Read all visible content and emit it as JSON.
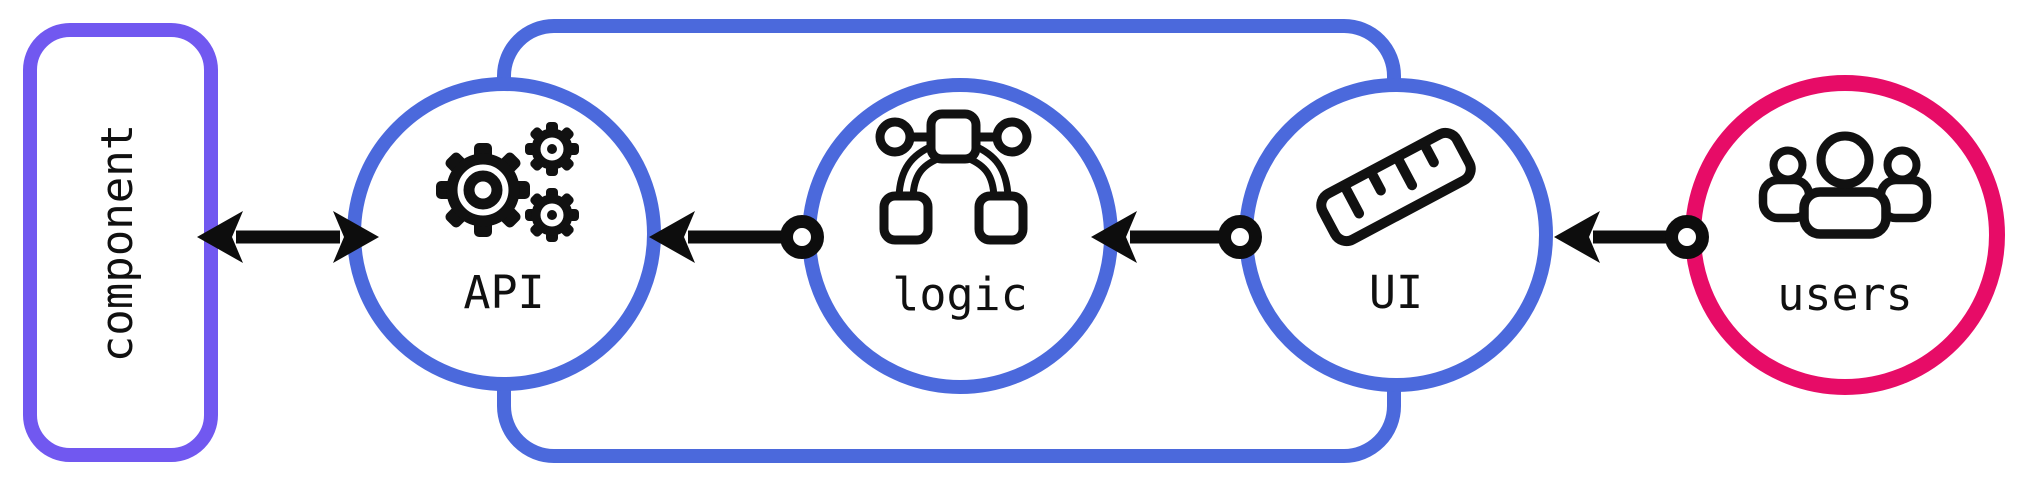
{
  "diagram": {
    "kind": "architecture-flow-diagram",
    "colors": {
      "background": "#ffffff",
      "purple_border": "#7158f0",
      "blue_border": "#4b69dc",
      "pink_border": "#e70c67",
      "arrow_black": "#0d0d0d",
      "icon_black": "#111111"
    },
    "nodes": [
      {
        "id": "component",
        "label": "component",
        "shape": "rounded-rectangle",
        "border_color": "#7158f0",
        "text_orientation": "vertical-bottom-to-top",
        "icon": null
      },
      {
        "id": "api",
        "label": "API",
        "shape": "circle",
        "border_color": "#4b69dc",
        "icon": "gears-icon"
      },
      {
        "id": "logic",
        "label": "logic",
        "shape": "circle",
        "border_color": "#4b69dc",
        "icon": "tree-structure-icon"
      },
      {
        "id": "ui",
        "label": "UI",
        "shape": "circle",
        "border_color": "#4b69dc",
        "icon": "ruler-icon"
      },
      {
        "id": "users",
        "label": "users",
        "shape": "circle",
        "border_color": "#e70c67",
        "icon": "users-icon"
      }
    ],
    "group": {
      "shape": "rounded-rectangle",
      "border_color": "#4b69dc",
      "contains": [
        "api",
        "logic",
        "ui"
      ]
    },
    "edges": [
      {
        "from": "api",
        "to": "component",
        "type": "double-headed-arrow",
        "color": "#0d0d0d"
      },
      {
        "from": "logic",
        "to": "api",
        "type": "arrow-with-circle-tail",
        "color": "#0d0d0d"
      },
      {
        "from": "ui",
        "to": "logic",
        "type": "arrow-with-circle-tail",
        "color": "#0d0d0d"
      },
      {
        "from": "users",
        "to": "ui",
        "type": "arrow-with-circle-tail",
        "color": "#0d0d0d"
      }
    ]
  }
}
